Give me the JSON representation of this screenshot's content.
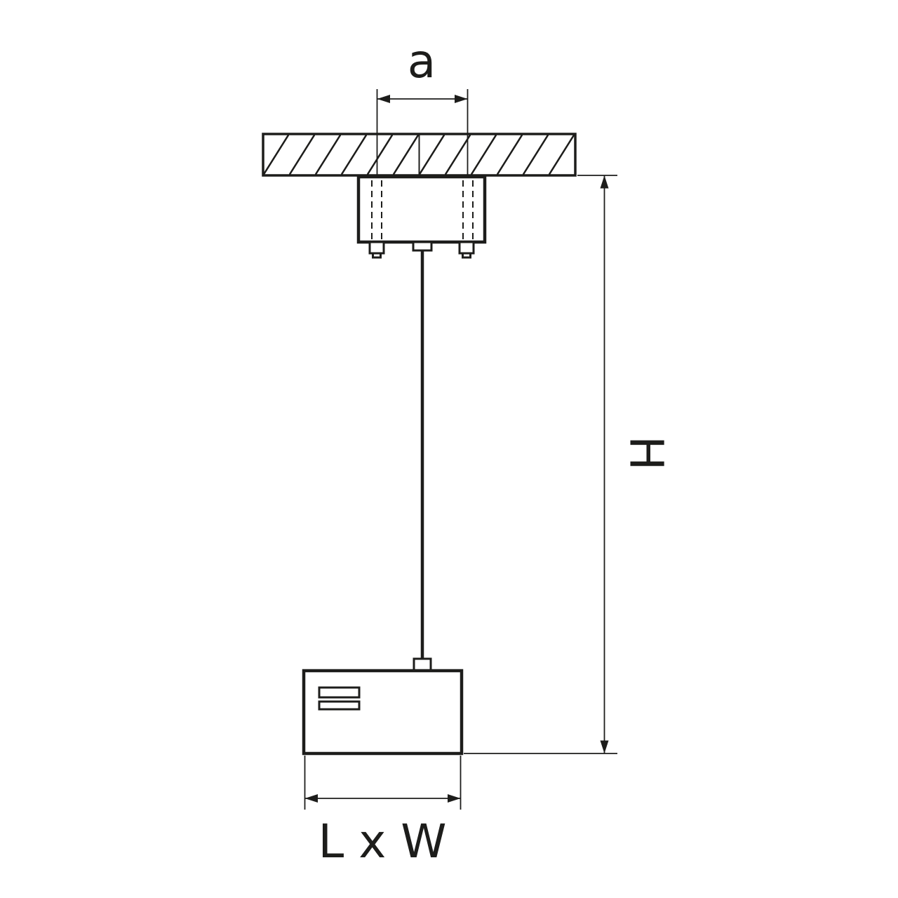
{
  "diagram": {
    "type": "technical-line-drawing",
    "subject": "pendant-ceiling-light-fixture-mounting-dimensions",
    "labels": {
      "mount_spacing": "a",
      "suspension_height": "H",
      "fixture_footprint": "L x W"
    },
    "colors": {
      "line": "#1d1d1b",
      "background": "#ffffff"
    }
  }
}
